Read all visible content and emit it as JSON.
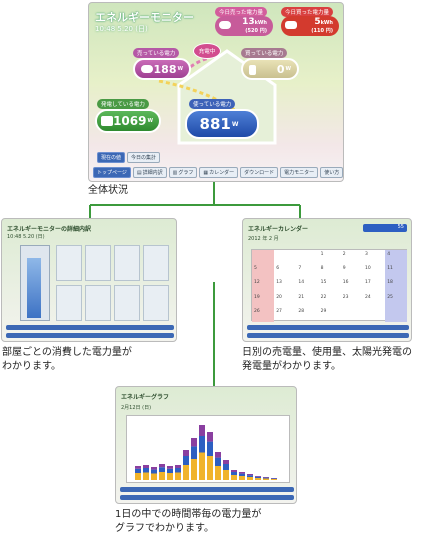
{
  "main": {
    "title": "エネルギーモニター",
    "datetime": "10:48  5.20 (日)",
    "today_sold_label": "今日売った電力量",
    "today_sold_value": "13",
    "today_sold_unit": "kWh",
    "today_sold_yen": "(520 円)",
    "today_bought_label": "今日買った電力量",
    "today_bought_value": "5",
    "today_bought_unit": "kWh",
    "today_bought_yen": "(110 円)",
    "charging_label": "充電中",
    "selling_label": "売っている電力",
    "selling_value": "188",
    "buying_label": "買っている電力",
    "buying_value": "0",
    "generating_label": "発電している電力",
    "generating_value": "1069",
    "using_label": "使っている電力",
    "using_value": "881",
    "unit_w": "W",
    "tab_current": "現在の値",
    "tab_today": "今日の集計",
    "nav": [
      "トップページ",
      "詳細内訳",
      "グラフ",
      "カレンダー",
      "ダウンロード",
      "電力モニター",
      "使い方"
    ],
    "caption": "全体状況"
  },
  "detail": {
    "title": "エネルギーモニターの詳細内訳",
    "datetime": "10:48  5.20 (日)",
    "caption_line1": "部屋ごとの消費した電力量が",
    "caption_line2": "わかります。"
  },
  "calendar": {
    "title": "エネルギーカレンダー",
    "month": "2012 年  2 月",
    "badge": "55",
    "caption_line1": "日別の売電量、使用量、太陽光発電の",
    "caption_line2": "発電量がわかります。",
    "weeks": [
      [
        "",
        "",
        "",
        "1",
        "2",
        "3",
        "4"
      ],
      [
        "5",
        "6",
        "7",
        "8",
        "9",
        "10",
        "11"
      ],
      [
        "12",
        "13",
        "14",
        "15",
        "16",
        "17",
        "18"
      ],
      [
        "19",
        "20",
        "21",
        "22",
        "23",
        "24",
        "25"
      ],
      [
        "26",
        "27",
        "28",
        "29",
        "",
        "",
        ""
      ]
    ]
  },
  "graph": {
    "title": "エネルギーグラフ",
    "date": "2月12日 (日)",
    "caption_line1": "1日の中での時間帯毎の電力量が",
    "caption_line2": "グラフでわかります。"
  },
  "colors": {
    "green": "#3a9a3a",
    "pink": "#e0487a",
    "red": "#d9352a",
    "blue": "#2d5fc2",
    "purple": "#8a5bb8"
  }
}
